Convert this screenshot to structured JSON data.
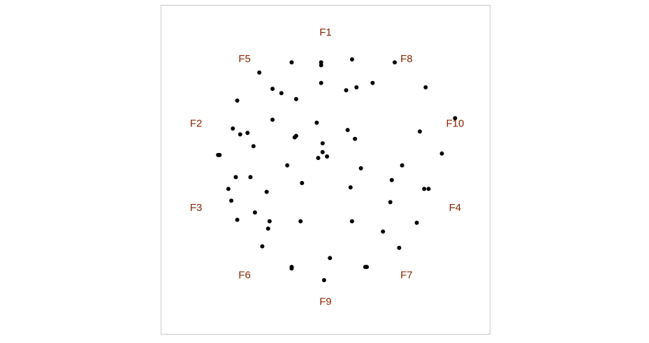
{
  "chart_data": {
    "type": "scatter",
    "title": "",
    "xlabel": "",
    "ylabel": "",
    "xlim": [
      -1.12,
      1.12
    ],
    "ylim": [
      -1.12,
      1.12
    ],
    "grid": false,
    "legend": "none",
    "colors": {
      "points": "#000000",
      "anchor_labels": "#8b2500",
      "frame": "#c8c8c8"
    },
    "anchors": [
      {
        "label": "F1",
        "x": 0.0,
        "y": 0.93
      },
      {
        "label": "F8",
        "x": 0.55,
        "y": 0.75
      },
      {
        "label": "F10",
        "x": 0.88,
        "y": 0.31
      },
      {
        "label": "F4",
        "x": 0.88,
        "y": -0.26
      },
      {
        "label": "F7",
        "x": 0.55,
        "y": -0.72
      },
      {
        "label": "F9",
        "x": 0.0,
        "y": -0.9
      },
      {
        "label": "F6",
        "x": -0.55,
        "y": -0.72
      },
      {
        "label": "F3",
        "x": -0.88,
        "y": -0.26
      },
      {
        "label": "F2",
        "x": -0.88,
        "y": 0.31
      },
      {
        "label": "F5",
        "x": -0.55,
        "y": 0.75
      }
    ],
    "points": [
      {
        "x": -0.23,
        "y": 0.73
      },
      {
        "x": -0.03,
        "y": 0.73
      },
      {
        "x": -0.03,
        "y": 0.71
      },
      {
        "x": 0.18,
        "y": 0.75
      },
      {
        "x": 0.47,
        "y": 0.73
      },
      {
        "x": -0.45,
        "y": 0.66
      },
      {
        "x": -0.03,
        "y": 0.59
      },
      {
        "x": 0.32,
        "y": 0.59
      },
      {
        "x": 0.21,
        "y": 0.56
      },
      {
        "x": 0.14,
        "y": 0.54
      },
      {
        "x": 0.68,
        "y": 0.56
      },
      {
        "x": -0.36,
        "y": 0.55
      },
      {
        "x": -0.3,
        "y": 0.52
      },
      {
        "x": -0.2,
        "y": 0.48
      },
      {
        "x": -0.6,
        "y": 0.47
      },
      {
        "x": -0.36,
        "y": 0.34
      },
      {
        "x": -0.06,
        "y": 0.32
      },
      {
        "x": 0.88,
        "y": 0.35
      },
      {
        "x": -0.63,
        "y": 0.28
      },
      {
        "x": -0.58,
        "y": 0.24
      },
      {
        "x": -0.53,
        "y": 0.25
      },
      {
        "x": 0.15,
        "y": 0.27
      },
      {
        "x": 0.64,
        "y": 0.26
      },
      {
        "x": -0.21,
        "y": 0.22
      },
      {
        "x": -0.2,
        "y": 0.23
      },
      {
        "x": 0.2,
        "y": 0.21
      },
      {
        "x": -0.49,
        "y": 0.16
      },
      {
        "x": -0.02,
        "y": 0.18
      },
      {
        "x": -0.02,
        "y": 0.12
      },
      {
        "x": 0.01,
        "y": 0.09
      },
      {
        "x": -0.05,
        "y": 0.08
      },
      {
        "x": -0.72,
        "y": 0.1
      },
      {
        "x": -0.73,
        "y": 0.1
      },
      {
        "x": 0.79,
        "y": 0.11
      },
      {
        "x": -0.26,
        "y": 0.03
      },
      {
        "x": 0.24,
        "y": 0.01
      },
      {
        "x": 0.52,
        "y": 0.03
      },
      {
        "x": -0.61,
        "y": -0.05
      },
      {
        "x": -0.51,
        "y": -0.05
      },
      {
        "x": -0.16,
        "y": -0.09
      },
      {
        "x": 0.45,
        "y": -0.07
      },
      {
        "x": -0.66,
        "y": -0.13
      },
      {
        "x": 0.17,
        "y": -0.12
      },
      {
        "x": -0.4,
        "y": -0.15
      },
      {
        "x": 0.67,
        "y": -0.13
      },
      {
        "x": 0.7,
        "y": -0.13
      },
      {
        "x": -0.64,
        "y": -0.21
      },
      {
        "x": 0.44,
        "y": -0.22
      },
      {
        "x": -0.48,
        "y": -0.29
      },
      {
        "x": -0.6,
        "y": -0.34
      },
      {
        "x": -0.38,
        "y": -0.35
      },
      {
        "x": -0.17,
        "y": -0.35
      },
      {
        "x": 0.18,
        "y": -0.35
      },
      {
        "x": 0.62,
        "y": -0.36
      },
      {
        "x": -0.39,
        "y": -0.4
      },
      {
        "x": 0.39,
        "y": -0.42
      },
      {
        "x": -0.43,
        "y": -0.52
      },
      {
        "x": 0.5,
        "y": -0.53
      },
      {
        "x": 0.03,
        "y": -0.6
      },
      {
        "x": -0.23,
        "y": -0.66
      },
      {
        "x": -0.23,
        "y": -0.67
      },
      {
        "x": 0.28,
        "y": -0.66
      },
      {
        "x": 0.27,
        "y": -0.66
      },
      {
        "x": -0.01,
        "y": -0.75
      }
    ]
  }
}
